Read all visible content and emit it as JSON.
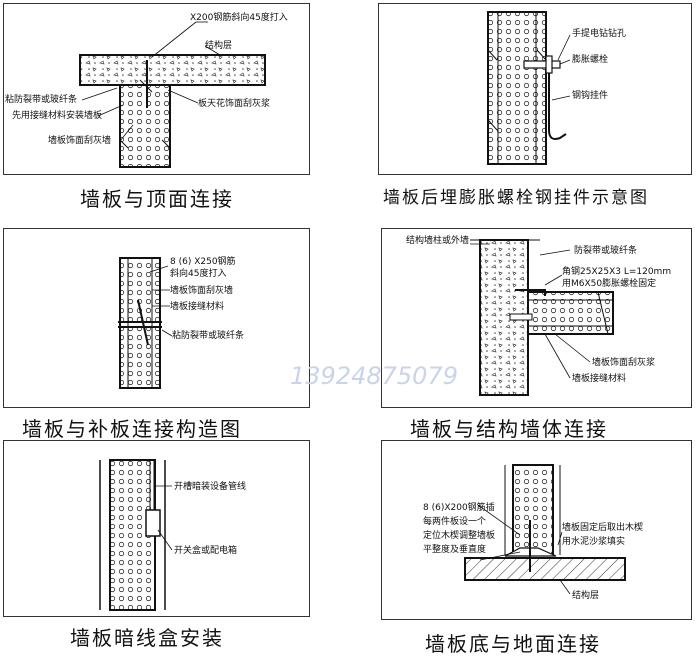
{
  "panels": [
    {
      "caption": "墙板与顶面连接",
      "labels": [
        "X200钢筋斜向45度打入",
        "结构层",
        "粘防裂带或玻纤条",
        "先用接缝材料安装墙板",
        "板天花饰面刮灰浆",
        "墙板饰面刮灰墙"
      ]
    },
    {
      "caption": "墙板后埋膨胀螺栓钢挂件示意图",
      "labels": [
        "手提电钻钻孔",
        "膨胀螺栓",
        "钢钩挂件"
      ]
    },
    {
      "caption": "墙板与补板连接构造图",
      "labels": [
        "8 (6) X250钢筋",
        "斜向45度打入",
        "墙板饰面刮灰墙",
        "墙板接缝材料",
        "粘防裂带或玻纤条"
      ]
    },
    {
      "caption": "墙板与结构墙体连接",
      "labels": [
        "结构墙柱或外墙",
        "防裂带或玻纤条",
        "角钢25X25X3 L=120mm",
        "用M6X50膨胀螺栓固定",
        "墙板饰面刮灰浆",
        "墙板接缝材料"
      ]
    },
    {
      "caption": "墙板暗线盒安装",
      "labels": [
        "开槽暗装设备管线",
        "开关盒或配电箱"
      ]
    },
    {
      "caption": "墙板底与地面连接",
      "labels": [
        "8 (6)X200钢筋插",
        "每两件板设一个",
        "定位木楔调整墙板",
        "平整度及垂直度",
        "墙板固定后取出木楔",
        "用水泥沙浆填实",
        "结构层"
      ]
    }
  ],
  "watermark": "13924875079"
}
